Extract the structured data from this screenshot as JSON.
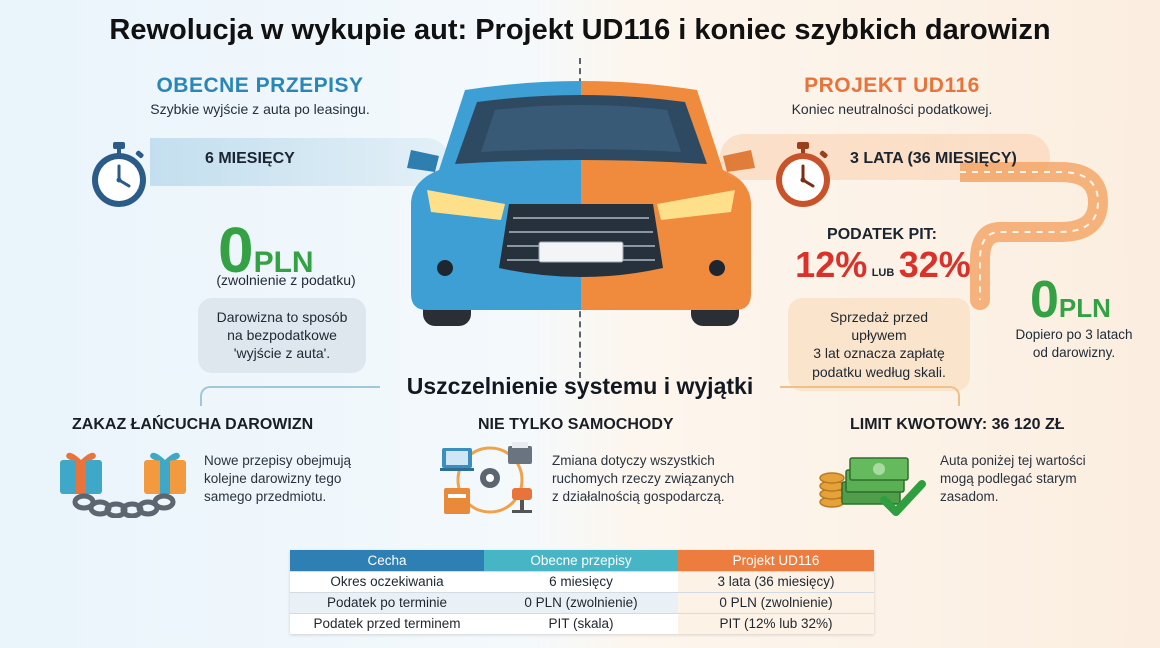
{
  "title": "Rewolucja w wykupie aut: Projekt UD116 i koniec szybkich darowizn",
  "left": {
    "heading": "OBECNE PRZEPISY",
    "subheading": "Szybkie wyjście z auta po leasingu.",
    "period": "6 MIESIĘCY",
    "amount": "0",
    "currency": "PLN",
    "amount_note": "(zwolnienie z podatku)",
    "bubble_lines": [
      "Darowizna to sposób",
      "na bezpodatkowe",
      "'wyjście z auta'."
    ]
  },
  "right": {
    "heading": "PROJEKT UD116",
    "subheading": "Koniec neutralności podatkowej.",
    "period": "3 LATA (36 MIESIĘCY)",
    "tax_label": "PODATEK PIT:",
    "rate_low": "12%",
    "rate_sep": "LUB",
    "rate_high": "32%",
    "bubble_lines": [
      "Sprzedaż przed upływem",
      "3 lat oznacza zapłatę",
      "podatku według skali."
    ],
    "amount": "0",
    "currency": "PLN",
    "amount_note_lines": [
      "Dopiero po 3 latach",
      "od darowizny."
    ]
  },
  "system": {
    "heading": "Uszczelnienie systemu i wyjątki",
    "columns": [
      {
        "title": "ZAKAZ ŁAŃCUCHA DAROWIZN",
        "text_lines": [
          "Nowe przepisy obejmują",
          "kolejne darowizny tego",
          "samego przedmiotu."
        ]
      },
      {
        "title": "NIE TYLKO SAMOCHODY",
        "text_lines": [
          "Zmiana dotyczy wszystkich",
          "ruchomych rzeczy związanych",
          "z działalnością gospodarczą."
        ]
      },
      {
        "title": "LIMIT KWOTOWY: 36 120 ZŁ",
        "text_lines": [
          "Auta poniżej tej wartości",
          "mogą podlegać starym",
          "zasadom."
        ]
      }
    ]
  },
  "table": {
    "headers": [
      "Cecha",
      "Obecne przepisy",
      "Projekt UD116"
    ],
    "rows": [
      [
        "Okres oczekiwania",
        "6 miesięcy",
        "3 lata (36 miesięcy)"
      ],
      [
        "Podatek po terminie",
        "0 PLN (zwolnienie)",
        "0 PLN (zwolnienie)"
      ],
      [
        "Podatek przed terminem",
        "PIT (skala)",
        "PIT (12% lub 32%)"
      ]
    ]
  },
  "colors": {
    "blue": "#2b86b8",
    "orange": "#e8743b",
    "green": "#2e9e3e",
    "red": "#d8322a",
    "teal_header": "#46b6c6",
    "dark_header": "#2d7fb4",
    "orange_header": "#ec7d3f"
  },
  "icons": [
    "stopwatch-icon",
    "car-icon",
    "gift-chain-icon",
    "office-equipment-icon",
    "money-check-icon"
  ]
}
